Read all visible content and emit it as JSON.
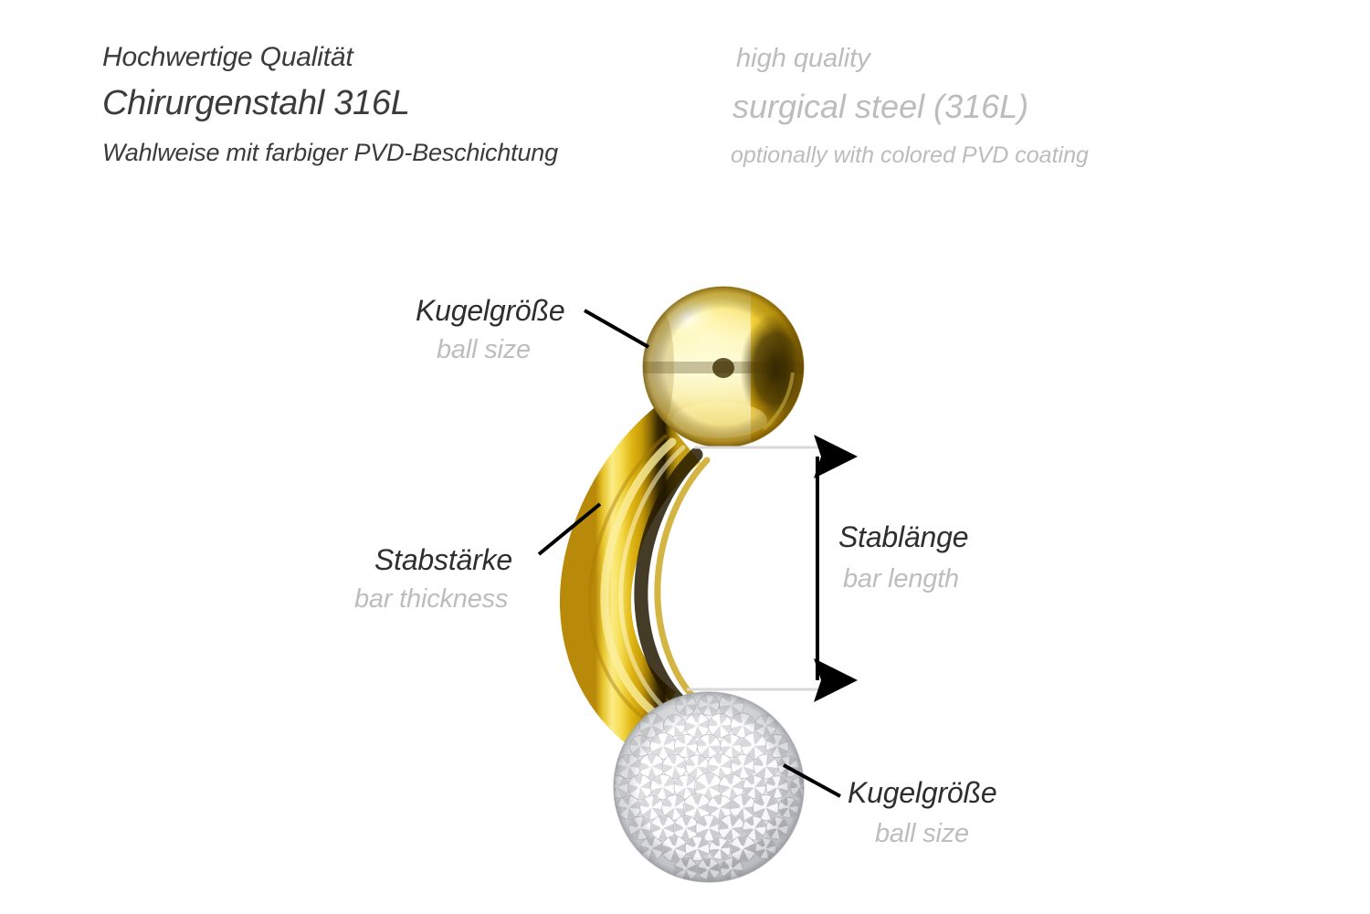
{
  "header": {
    "german": [
      "Hochwertige Qualität",
      "Chirurgenstahl 316L",
      "Wahlweise mit farbiger PVD-Beschichtung"
    ],
    "english": [
      "high quality",
      "surgical steel (316L)",
      "optionally with colored PVD coating"
    ]
  },
  "annotations": {
    "ball_top": {
      "german": "Kugelgröße",
      "english": "ball size"
    },
    "bar_thickness": {
      "german": "Stabstärke",
      "english": "bar thickness"
    },
    "bar_length": {
      "german": "Stablänge",
      "english": "bar length"
    },
    "ball_bottom": {
      "german": "Kugelgröße",
      "english": "ball size"
    }
  },
  "colors": {
    "text_primary": "#2e2e2e",
    "text_secondary": "#bdbdbd",
    "gold_light": "#fff7a8",
    "gold_mid": "#e3b712",
    "gold_dark": "#6d5206",
    "gold_shadow": "#2b2102",
    "crystal_light": "#ffffff",
    "crystal_mid": "#d7d9dd",
    "crystal_dark": "#8d9196",
    "leader_line": "#000000",
    "dimension_line": "#000000",
    "extension_line": "#d9d9d9",
    "background": "#ffffff"
  },
  "product": {
    "type": "banana-barbell-navel-piercing",
    "top_ball": "polished gold plated ball",
    "bottom_ball": "clear crystal pave ball",
    "bar": "curved gold plated bar"
  }
}
